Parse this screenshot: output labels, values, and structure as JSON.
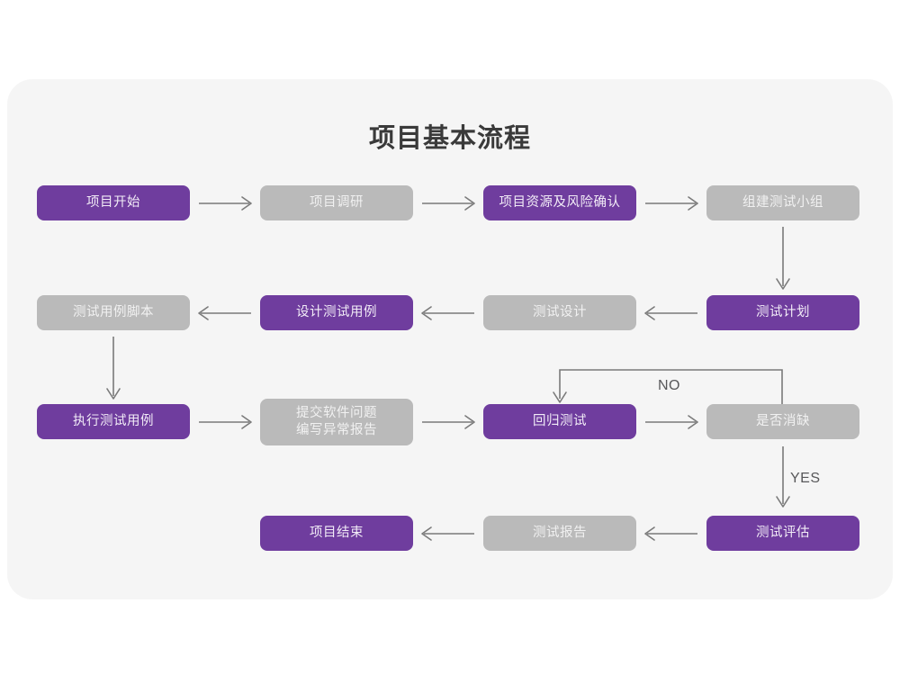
{
  "title": "项目基本流程",
  "colors": {
    "panel_background": "#f5f5f5",
    "page_background": "#ffffff",
    "accent_purple": "#6f3d9e",
    "muted_gray": "#bababa",
    "arrow_gray": "#7a7a7a",
    "title_text": "#3a3a3a"
  },
  "nodes": [
    {
      "id": "n1",
      "label": "项目开始",
      "style": "purple",
      "row": 1
    },
    {
      "id": "n2",
      "label": "项目调研",
      "style": "gray",
      "row": 1
    },
    {
      "id": "n3",
      "label": "项目资源及风险确认",
      "style": "purple",
      "row": 1
    },
    {
      "id": "n4",
      "label": "组建测试小组",
      "style": "gray",
      "row": 1
    },
    {
      "id": "n5",
      "label": "测试用例脚本",
      "style": "gray",
      "row": 2
    },
    {
      "id": "n6",
      "label": "设计测试用例",
      "style": "purple",
      "row": 2
    },
    {
      "id": "n7",
      "label": "测试设计",
      "style": "gray",
      "row": 2
    },
    {
      "id": "n8",
      "label": "测试计划",
      "style": "purple",
      "row": 2
    },
    {
      "id": "n9",
      "label": "执行测试用例",
      "style": "purple",
      "row": 3
    },
    {
      "id": "n10",
      "label": "提交软件问题\n编写异常报告",
      "style": "gray",
      "row": 3
    },
    {
      "id": "n11",
      "label": "回归测试",
      "style": "purple",
      "row": 3
    },
    {
      "id": "n12",
      "label": "是否消缺",
      "style": "gray",
      "row": 3
    },
    {
      "id": "n13",
      "label": "项目结束",
      "style": "purple",
      "row": 4
    },
    {
      "id": "n14",
      "label": "测试报告",
      "style": "gray",
      "row": 4
    },
    {
      "id": "n15",
      "label": "测试评估",
      "style": "purple",
      "row": 4
    }
  ],
  "edge_labels": {
    "no": "NO",
    "yes": "YES"
  }
}
